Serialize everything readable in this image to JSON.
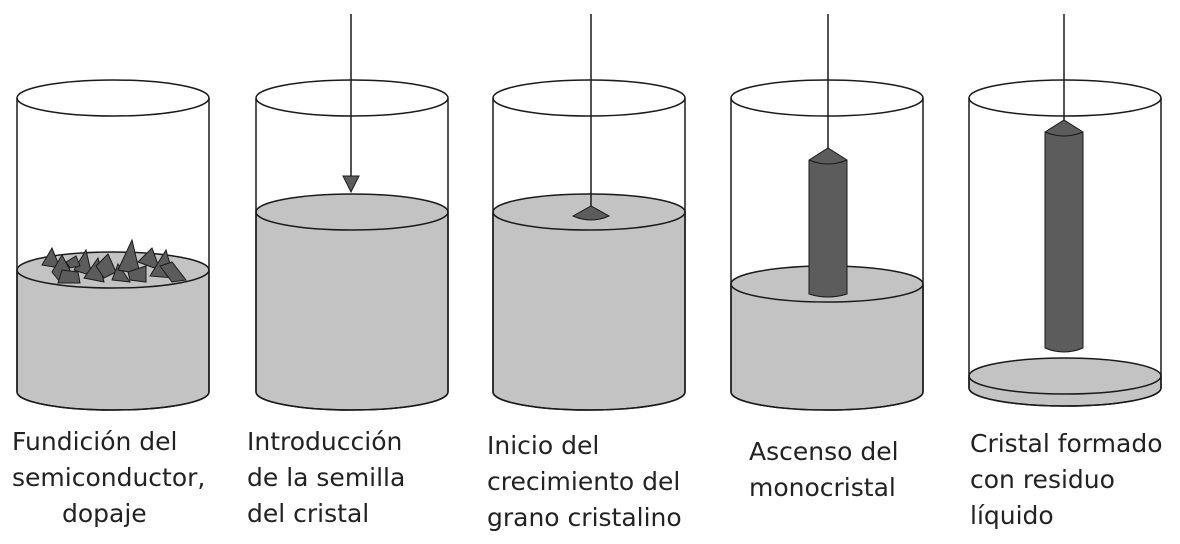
{
  "colors": {
    "liquid": "#c3c3c3",
    "crystal": "#5c5c5c",
    "outline": "#1a1a1a",
    "background": "#ffffff"
  },
  "stages": [
    {
      "name": "melt",
      "caption": [
        "Fundición del",
        "semiconductor,",
        "dopaje"
      ]
    },
    {
      "name": "seed",
      "caption": [
        "Introducción",
        "de la semilla",
        "del cristal"
      ]
    },
    {
      "name": "growth-start",
      "caption": [
        "Inicio del",
        "crecimiento del",
        "grano cristalino"
      ]
    },
    {
      "name": "ascent",
      "caption": [
        "Ascenso del",
        "monocristal"
      ]
    },
    {
      "name": "formed",
      "caption": [
        "Cristal formado",
        "con residuo",
        "líquido"
      ]
    }
  ]
}
